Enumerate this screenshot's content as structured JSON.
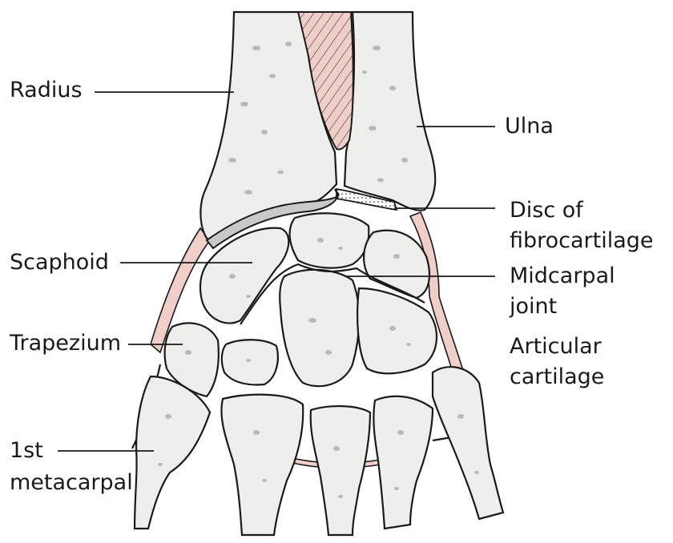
{
  "labels": {
    "radius": "Radius",
    "ulna": "Ulna",
    "disc_line1": "Disc of",
    "disc_line2": "fibrocartilage",
    "scaphoid": "Scaphoid",
    "midcarpal_line1": "Midcarpal",
    "midcarpal_line2": "joint",
    "articular_line1": "Articular",
    "articular_line2": "cartilage",
    "trapezium": "Trapezium",
    "metacarpal_line1": "1st",
    "metacarpal_line2": "metacarpal"
  },
  "colors": {
    "bone": "#eeeeec",
    "cartilage": "#c9c9c7",
    "ligament": "#efcfc8",
    "line": "#1a1a1a"
  }
}
